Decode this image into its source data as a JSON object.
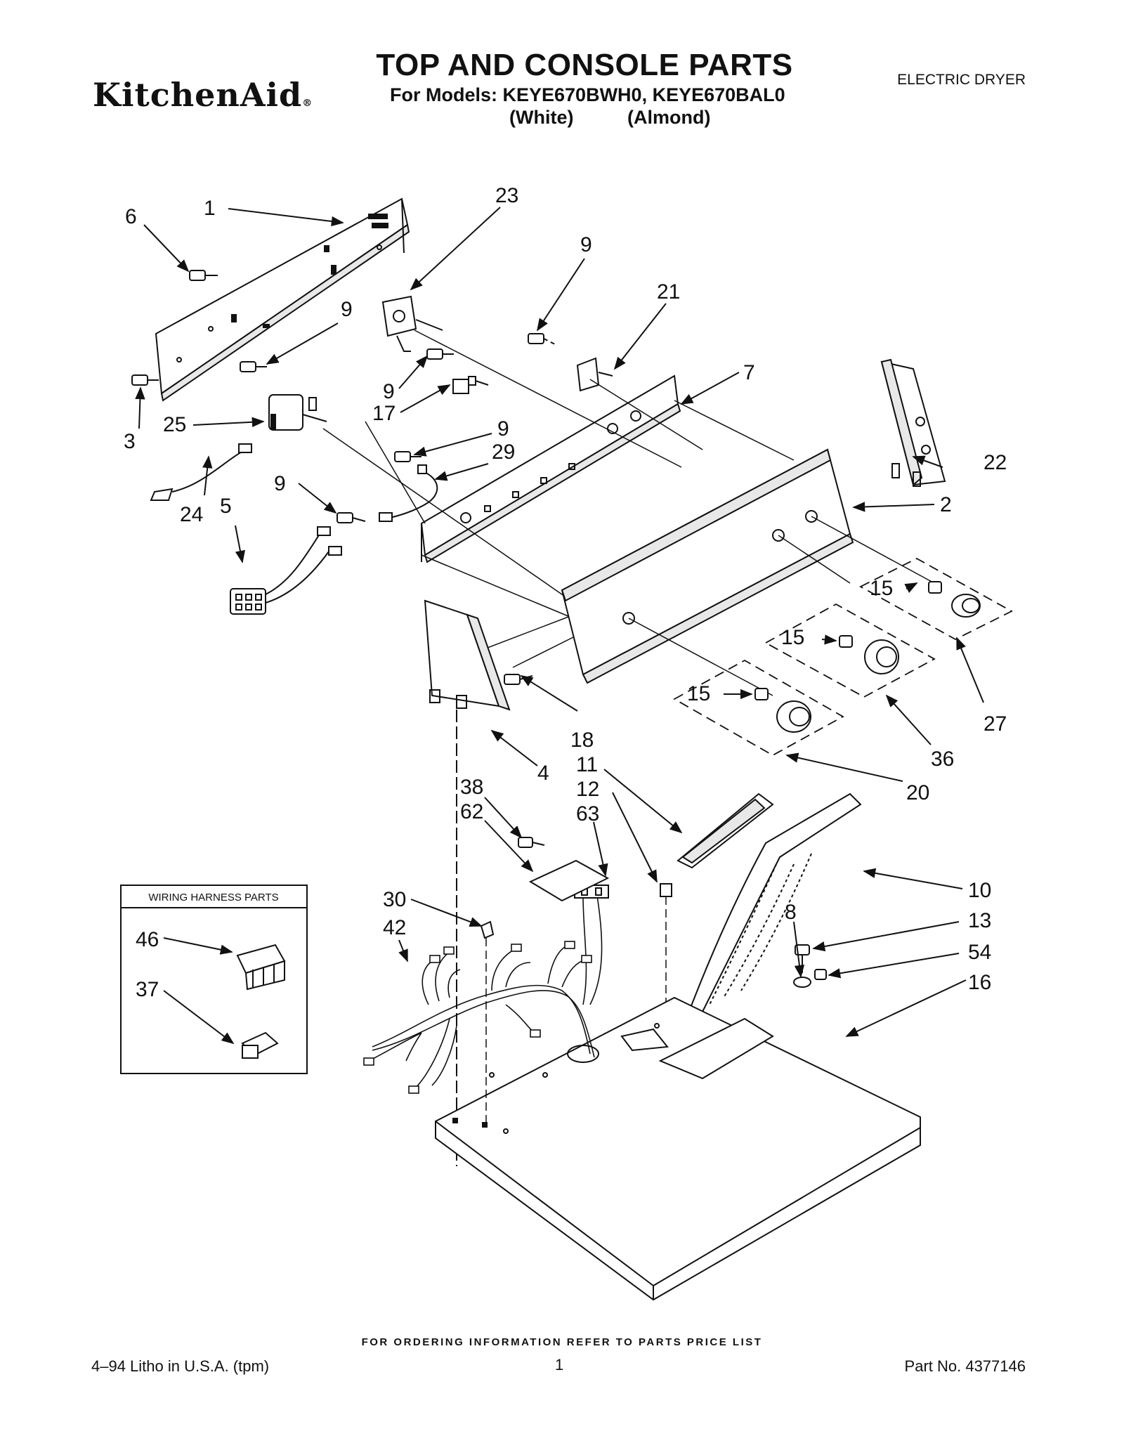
{
  "header": {
    "brand": "KitchenAid",
    "brand_mark": "®",
    "title": "TOP AND CONSOLE PARTS",
    "models_line": "For Models: KEYE670BWH0, KEYE670BAL0",
    "variant_white": "(White)",
    "variant_almond": "(Almond)",
    "product_type": "ELECTRIC DRYER"
  },
  "wiring_box": {
    "title": "WIRING HARNESS PARTS",
    "items": [
      "46",
      "37"
    ]
  },
  "callouts": {
    "c1": "1",
    "c2": "2",
    "c3": "3",
    "c4": "4",
    "c5": "5",
    "c6": "6",
    "c7": "7",
    "c8": "8",
    "c9a": "9",
    "c9b": "9",
    "c9c": "9",
    "c9d": "9",
    "c9e": "9",
    "c10": "10",
    "c11": "11",
    "c12": "12",
    "c13": "13",
    "c15a": "15",
    "c15b": "15",
    "c15c": "15",
    "c16": "16",
    "c17": "17",
    "c18": "18",
    "c20": "20",
    "c21": "21",
    "c22": "22",
    "c23": "23",
    "c24": "24",
    "c25": "25",
    "c27": "27",
    "c29": "29",
    "c30": "30",
    "c36": "36",
    "c37": "37",
    "c38": "38",
    "c42": "42",
    "c46": "46",
    "c54": "54",
    "c62": "62",
    "c63": "63"
  },
  "footer": {
    "ordering_note": "FOR ORDERING INFORMATION REFER TO PARTS PRICE LIST",
    "litho": "4–94 Litho in U.S.A. (tpm)",
    "page_number": "1",
    "part_number": "Part No. 4377146"
  }
}
